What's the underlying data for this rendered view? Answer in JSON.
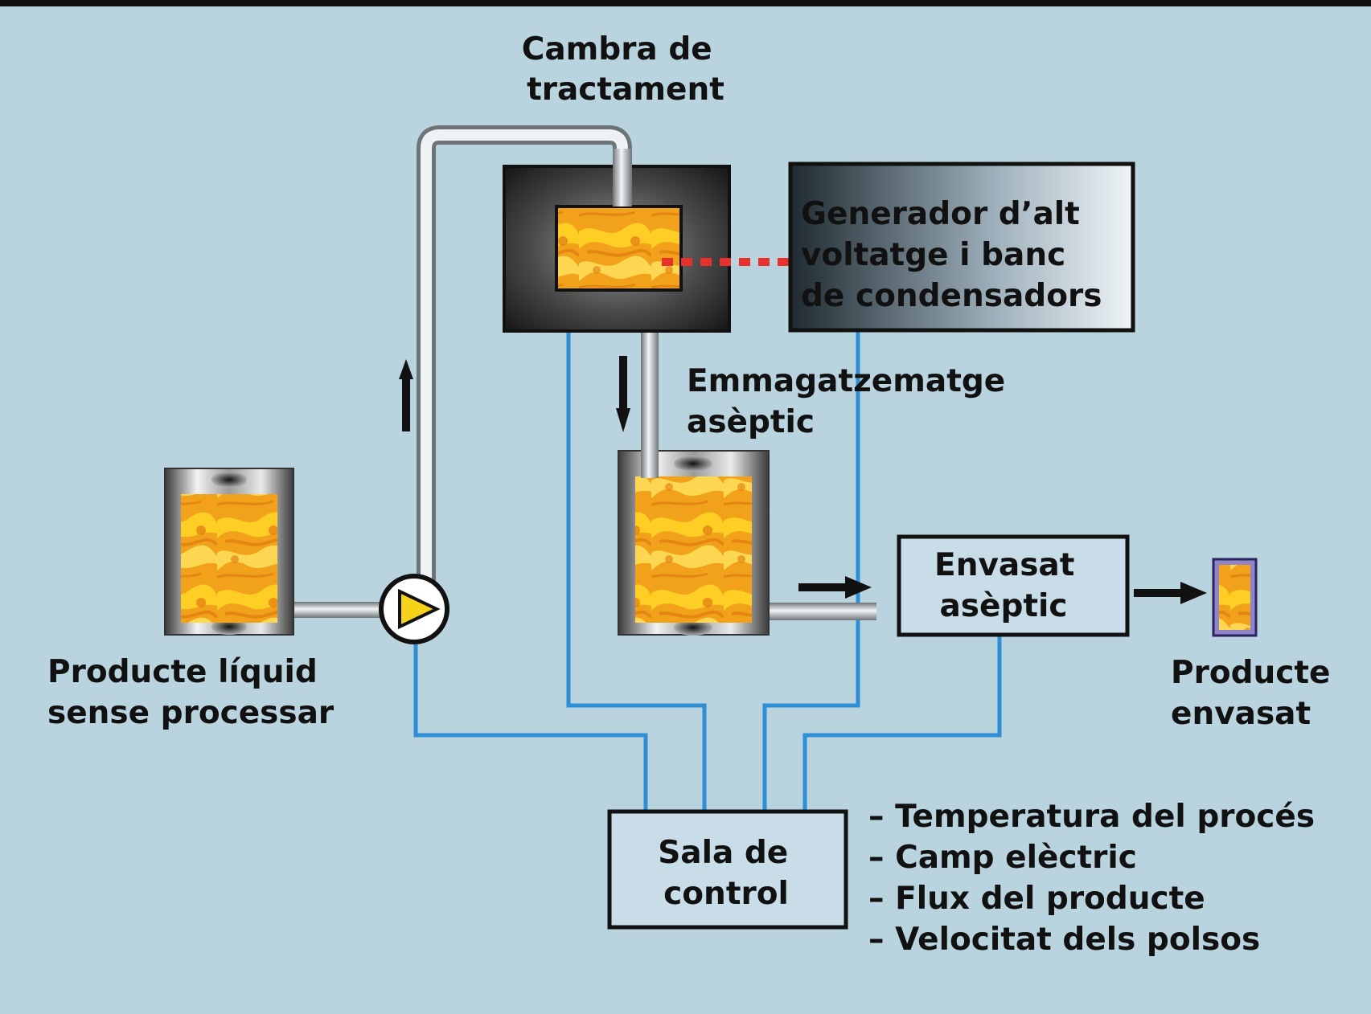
{
  "colors": {
    "background": "#b9d3df",
    "top_border": "#111111",
    "blue_line": "#2f8fd6",
    "pipe_light": "#e8ecef",
    "pipe_dark": "#6c7478",
    "chamber_dark": "#232323",
    "chamber_light": "#8a8a8a",
    "generator_dark": "#2f3a42",
    "generator_light": "#e9f0f4",
    "product_orange": "#f2a21a",
    "product_yellow": "#ffd326",
    "pulse_red": "#e8312b",
    "pump_fill": "#f7d21a",
    "arrow_black": "#111111",
    "box_fill": "#c8dde8"
  },
  "labels": {
    "treatment_chamber": [
      "Cambra de",
      "tractament"
    ],
    "generator": [
      "Generador d’alt",
      "voltatge i banc",
      "de condensadors"
    ],
    "aseptic_storage": [
      "Emmagatzematge",
      "asèptic"
    ],
    "raw_product": [
      "Producte líquid",
      "sense processar"
    ],
    "aseptic_packaging": [
      "Envasat",
      "asèptic"
    ],
    "packaged_product": [
      "Producte",
      "envasat"
    ],
    "control_room": [
      "Sala de",
      "control"
    ],
    "control_params": [
      "– Temperatura del procés",
      "– Camp elèctric",
      "– Flux del producte",
      "– Velocitat dels polsos"
    ]
  }
}
